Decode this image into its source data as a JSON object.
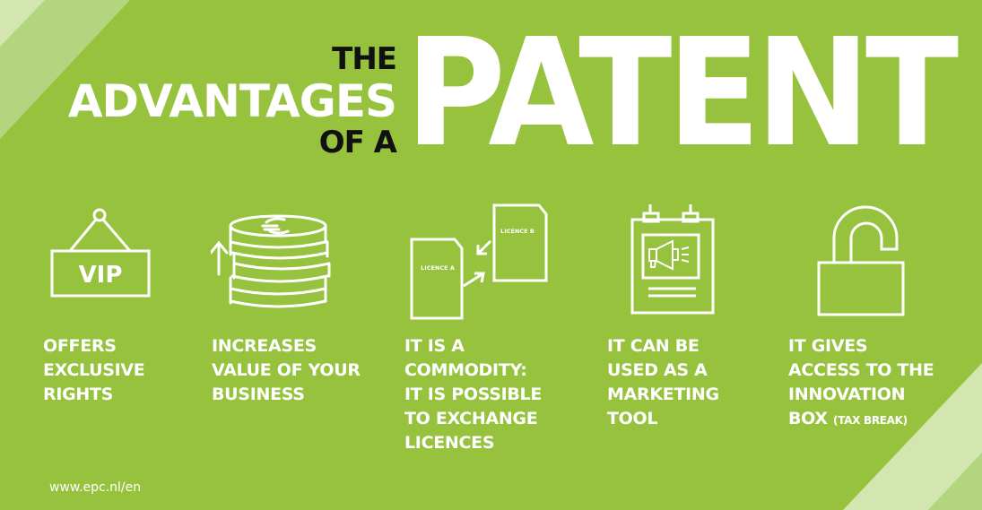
{
  "colors": {
    "background": "#96c23e",
    "stripe_light": "#d4e6b0",
    "stripe_mid": "#b4d57f",
    "text_white": "#ffffff",
    "text_dark": "#111111"
  },
  "header": {
    "line1": "THE",
    "line2": "ADVANTAGES",
    "line3": "OF A",
    "big_word": "PATENT"
  },
  "advantages": [
    {
      "icon": "vip-sign-icon",
      "icon_text": "VIP",
      "caption": "OFFERS\nEXCLUSIVE\nRIGHTS"
    },
    {
      "icon": "coin-stack-up-arrow-icon",
      "caption": "INCREASES\nVALUE OF YOUR\nBUSINESS"
    },
    {
      "icon": "exchange-licences-icon",
      "licence_a": "LICENCE A",
      "licence_b": "LICENCE B",
      "caption": "IT IS A\nCOMMODITY:\nIT IS POSSIBLE\nTO EXCHANGE\nLICENCES"
    },
    {
      "icon": "megaphone-billboard-icon",
      "caption": "IT CAN BE\nUSED AS A\nMARKETING\nTOOL"
    },
    {
      "icon": "open-padlock-icon",
      "caption_main": "IT GIVES\nACCESS TO THE\nINNOVATION\nBOX ",
      "caption_small": "(TAX BREAK)"
    }
  ],
  "footer": {
    "url": "www.epc.nl/en"
  }
}
